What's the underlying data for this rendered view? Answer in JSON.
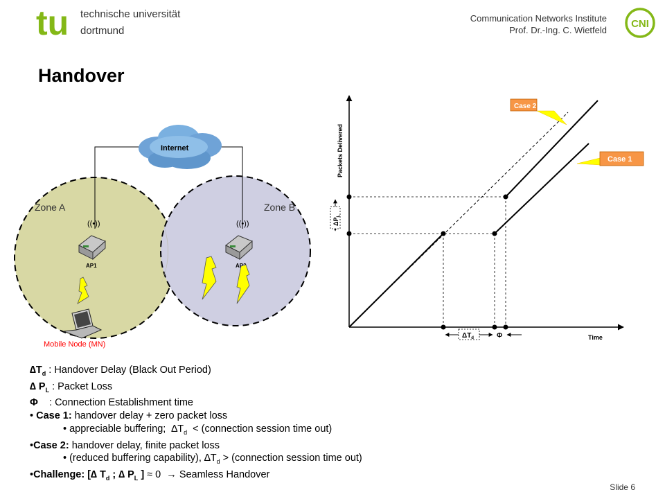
{
  "header": {
    "uni_line1": "technische universität",
    "uni_line2": "dortmund",
    "logo_text": "tu",
    "inst_line1": "Communication Networks Institute",
    "inst_line2": "Prof. Dr.-Ing. C. Wietfeld",
    "cni_logo_text": "CNI"
  },
  "title": "Handover",
  "diagram": {
    "cloud_label": "Internet",
    "zone_a": "Zone A",
    "zone_b": "Zone B",
    "ap1": "AP1",
    "ap2": "AP2",
    "mobile_node": "Mobile Node (MN)"
  },
  "graph": {
    "y_axis_label": "Packets Delivered",
    "x_axis_label": "Time",
    "case1": "Case 1",
    "case2": "Case 2",
    "delta_pl": "ΔP",
    "delta_pl_sub": "L",
    "delta_td": "ΔT",
    "delta_td_sub": "d",
    "phi": "Φ"
  },
  "legend": {
    "l1_term": "∆T",
    "l1_sub": "d",
    "l1_text": " : Handover Delay (Black Out Period)",
    "l2_term": "∆ P",
    "l2_sub": "L",
    "l2_text": " : Packet Loss",
    "l3_term": "Φ",
    "l3_text": "    : Connection Establishment time",
    "l4_bullet": "• ",
    "l4_term": "Case 1:",
    "l4_text": " handover delay + zero packet loss",
    "l5_pre": "• appreciable buffering;  ∆T",
    "l5_sub": "d",
    "l5_post": "  < (connection session time out)",
    "l6_bullet": "•",
    "l6_term": "Case 2:",
    "l6_text": " handover delay, finite packet loss",
    "l7_pre": "• (reduced buffering capability), ∆T",
    "l7_sub": "d",
    "l7_post": " > (connection session time out)",
    "l8_bullet": "•",
    "l8_term": "Challenge:",
    "l8_b1": " [∆ T",
    "l8_s1": "d",
    "l8_b2": " ; ∆ P",
    "l8_s2": "L",
    "l8_b3": " ]",
    "l8_text": " ≈ 0  → Seamless Handover"
  },
  "slide_number": "Slide 6",
  "colors": {
    "tu_green": "#84b817",
    "zone_a_fill": "#d8d8a4",
    "zone_b_fill": "#cfcfe2",
    "callout_orange": "#f79646",
    "mn_label": "#ff0000",
    "lightning": "#ffff00"
  }
}
